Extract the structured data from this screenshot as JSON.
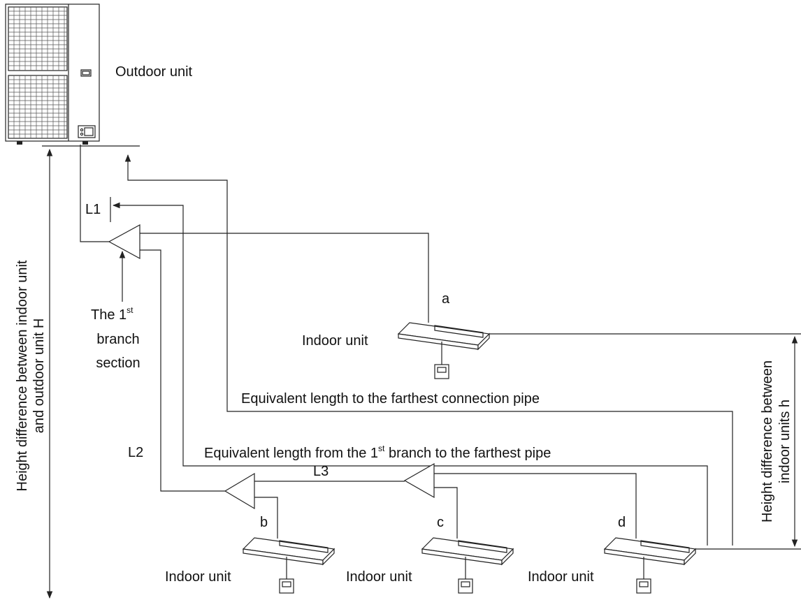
{
  "labels": {
    "outdoor_unit": "Outdoor unit",
    "indoor_unit_a": "Indoor unit",
    "indoor_unit_b": "Indoor unit",
    "indoor_unit_c": "Indoor unit",
    "indoor_unit_d": "Indoor unit",
    "unit_a": "a",
    "unit_b": "b",
    "unit_c": "c",
    "unit_d": "d",
    "pipe_L1": "L1",
    "pipe_L2": "L2",
    "pipe_L3": "L3",
    "first_branch_line1": "The 1",
    "first_branch_sup": "st",
    "first_branch_line2": "branch",
    "first_branch_line3": "section",
    "equiv_length_farthest": "Equivalent length to the farthest connection pipe",
    "equiv_first_branch_pre": "Equivalent length from the 1",
    "equiv_first_branch_sup": "st",
    "equiv_first_branch_post": " branch to the farthest pipe",
    "height_H_line1": "Height difference between indoor unit",
    "height_H_line2": "and outdoor unit H",
    "height_h_line1": "Height difference between",
    "height_h_line2": "indoor units h"
  },
  "colors": {
    "line": "#222222",
    "text": "#111111",
    "background": "#ffffff"
  },
  "icons": {
    "outdoor": "outdoor-unit-icon",
    "indoor": "ducted-indoor-unit-icon",
    "controller": "wired-controller-icon",
    "branch": "branch-joint-icon"
  }
}
